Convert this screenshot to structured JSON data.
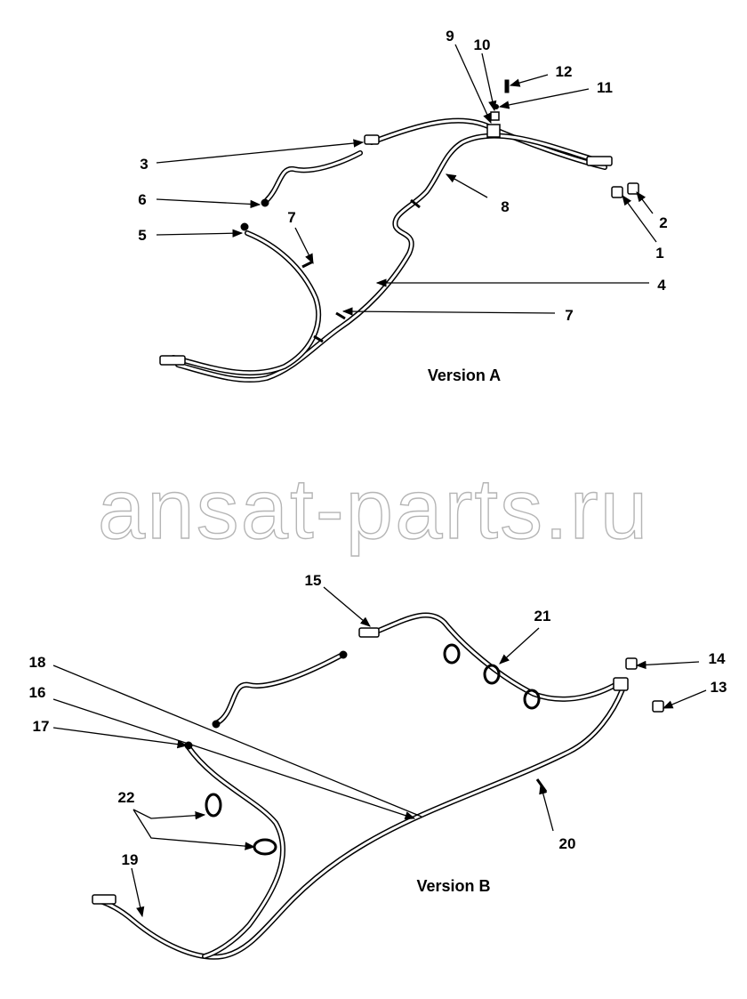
{
  "watermark": "ansat-parts.ru",
  "version_a": {
    "caption": "Version A",
    "callouts": [
      "1",
      "2",
      "3",
      "4",
      "5",
      "6",
      "7",
      "7",
      "8",
      "9",
      "10",
      "11",
      "12"
    ]
  },
  "version_b": {
    "caption": "Version B",
    "callouts": [
      "13",
      "14",
      "15",
      "16",
      "17",
      "18",
      "19",
      "20",
      "21",
      "22"
    ]
  },
  "colors": {
    "line": "#000000",
    "watermark_outline": "#b5b5b5",
    "background": "#ffffff"
  }
}
